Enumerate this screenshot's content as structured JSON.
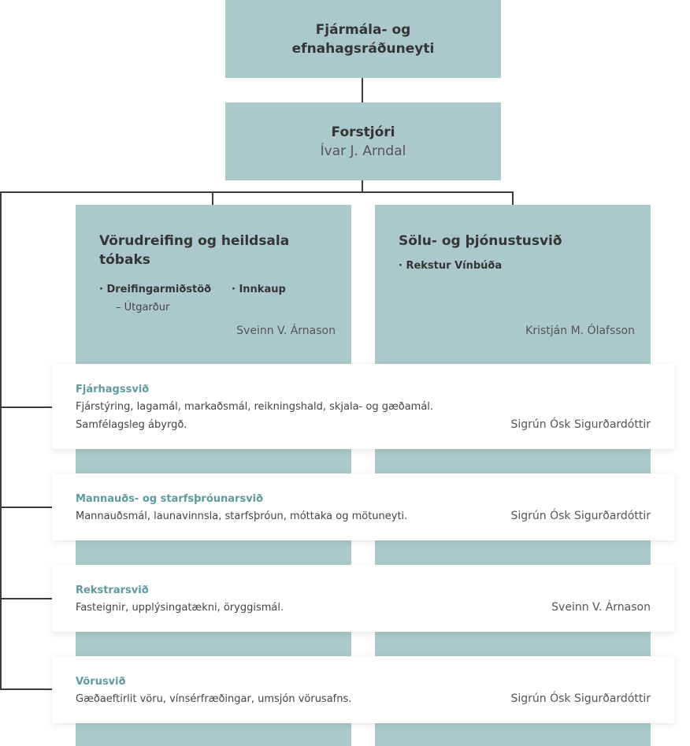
{
  "top": {
    "title_line1": "Fjármála- og",
    "title_line2": "efnahagsráðuneyti"
  },
  "director": {
    "title": "Forstjóri",
    "name": "Ívar J. Arndal"
  },
  "divisions": [
    {
      "title_line1": "Vörudreifing og heildsala",
      "title_line2": "tóbaks",
      "bullets": [
        "· Dreifingarmiðstöð",
        "· Innkaup"
      ],
      "sub": "– Útgarður",
      "head": "Sveinn V. Árnason"
    },
    {
      "title_line1": "Sölu- og þjónustusvið",
      "bullets": [
        "· Rekstur Vínbúða"
      ],
      "head": "Kristján M. Ólafsson"
    }
  ],
  "support": [
    {
      "title": "Fjárhagssvið",
      "desc_line1": "Fjárstýring, lagamál, markaðsmál, reikningshald, skjala- og gæðamál.",
      "desc_line2": "Samfélagsleg ábyrgð.",
      "head": "Sigrún Ósk Sigurðardóttir"
    },
    {
      "title": "Mannauðs- og starfsþróunarsvið",
      "desc_line1": "Mannauðsmál, launavinnsla, starfsþróun, móttaka og mötuneyti.",
      "head": "Sigrún Ósk Sigurðardóttir"
    },
    {
      "title": "Rekstrarsvið",
      "desc_line1": "Fasteignir, upplýsingatækni, öryggismál.",
      "head": "Sveinn V. Árnason"
    },
    {
      "title": "Vörusvið",
      "desc_line1": "Gæðaeftirlit vöru, vínsérfræðingar, umsjón vörusafns.",
      "head": "Sigrún Ósk Sigurðardóttir"
    }
  ],
  "colors": {
    "box": "#abc9ca",
    "accent": "#5e9aa0",
    "line": "#3c3c3c"
  }
}
